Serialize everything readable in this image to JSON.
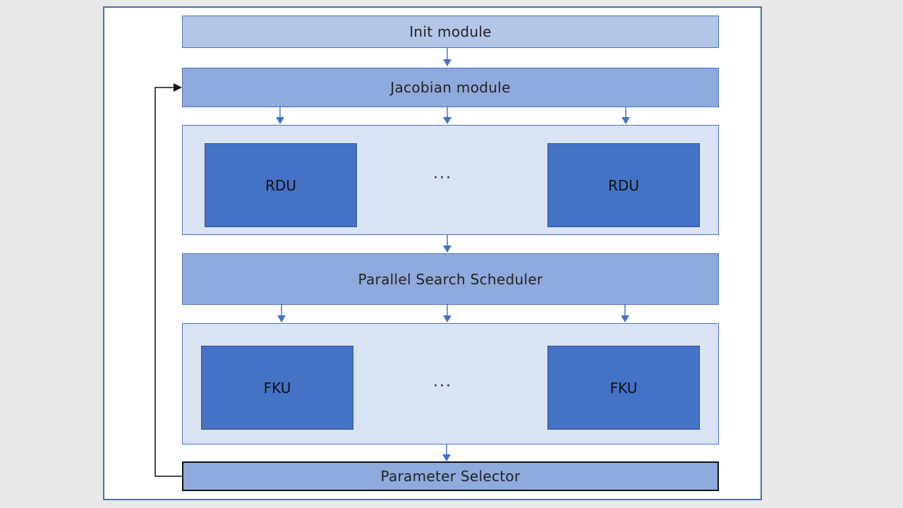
{
  "diagram": {
    "init_label": "Init module",
    "jacobian_label": "Jacobian module",
    "rdu_label": "RDU",
    "ellipsis": "···",
    "scheduler_label": "Parallel Search Scheduler",
    "fku_label": "FKU",
    "selector_label": "Parameter Selector"
  },
  "colors": {
    "light_blue": "#b4c6e7",
    "mid_blue": "#8faadc",
    "pale_blue": "#dae3f3",
    "dark_blue": "#4472c4",
    "arrow_blue": "#4472c4"
  }
}
